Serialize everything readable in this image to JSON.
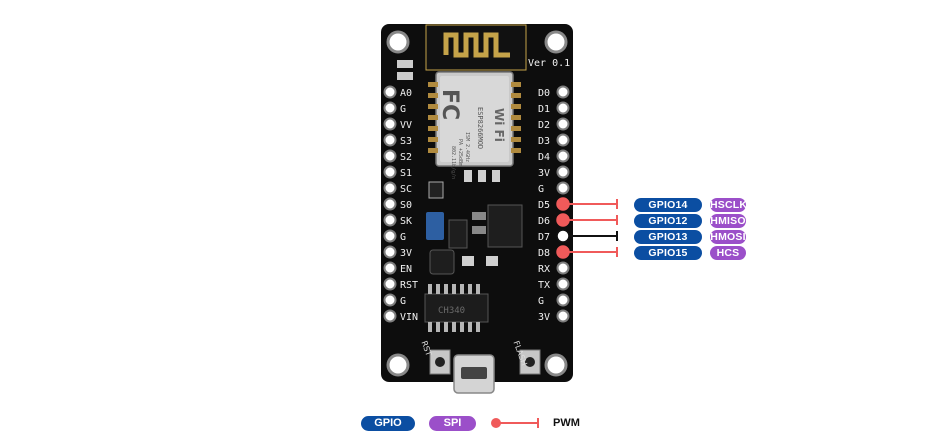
{
  "board": {
    "version_label": "Ver 0.1",
    "module_brand": "FC",
    "module_model": "ESP8266MOD",
    "module_text": [
      "ISM 2.4GHz",
      "PA +25dBm",
      "802.11b/g/n"
    ],
    "wifi_logo": "Wi Fi",
    "rst_label": "RST",
    "flash_label": "FLASH",
    "ch_label": "CH340",
    "left_pins": [
      "A0",
      "G",
      "VV",
      "S3",
      "S2",
      "S1",
      "SC",
      "S0",
      "SK",
      "G",
      "3V",
      "EN",
      "RST",
      "G",
      "VIN"
    ],
    "right_pins": [
      "D0",
      "D1",
      "D2",
      "D3",
      "D4",
      "3V",
      "G",
      "D5",
      "D6",
      "D7",
      "D8",
      "RX",
      "TX",
      "G",
      "3V"
    ]
  },
  "pin_map": [
    {
      "pin": "D5",
      "gpio": "GPIO14",
      "spi": "HSCLK",
      "pwm": true
    },
    {
      "pin": "D6",
      "gpio": "GPIO12",
      "spi": "HMISO",
      "pwm": true
    },
    {
      "pin": "D7",
      "gpio": "GPIO13",
      "spi": "HMOSI",
      "pwm": false
    },
    {
      "pin": "D8",
      "gpio": "GPIO15",
      "spi": "HCS",
      "pwm": true
    }
  ],
  "legend": {
    "gpio": "GPIO",
    "spi": "SPI",
    "pwm": "PWM"
  },
  "colors": {
    "gpio": "#0b4ea2",
    "spi": "#9b4fc9",
    "pwm": "#f05a5a",
    "board": "#0d0d0d",
    "shield": "#c9c9c9"
  }
}
